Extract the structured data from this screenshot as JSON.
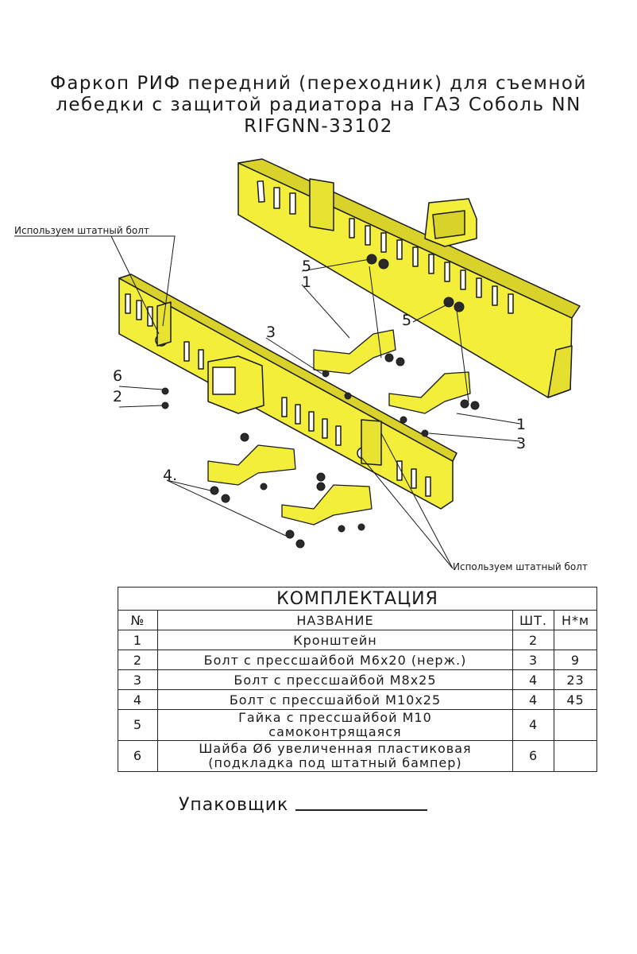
{
  "title": {
    "line1": "Фаркоп РИФ передний (переходник) для съемной",
    "line2": "лебедки с защитой радиатора на ГАЗ Соболь NN",
    "line3": "RIFGNN-33102"
  },
  "callouts": {
    "standard_bolt_top": "Используем штатный болт",
    "standard_bolt_bottom": "Используем штатный болт",
    "part_numbers": [
      "5",
      "1",
      "5",
      "3",
      "6",
      "2",
      "1",
      "3",
      "4."
    ]
  },
  "table": {
    "caption": "КОМПЛЕКТАЦИЯ",
    "headers": [
      "№",
      "НАЗВАНИЕ",
      "ШТ.",
      "Н*м"
    ],
    "rows": [
      {
        "n": "1",
        "name": "Кронштейн",
        "name2": "",
        "qty": "2",
        "torque": ""
      },
      {
        "n": "2",
        "name": "Болт с прессшайбой М6х20 (нерж.)",
        "name2": "",
        "qty": "3",
        "torque": "9"
      },
      {
        "n": "3",
        "name": "Болт с прессшайбой М8х25",
        "name2": "",
        "qty": "4",
        "torque": "23"
      },
      {
        "n": "4",
        "name": "Болт с прессшайбой М10х25",
        "name2": "",
        "qty": "4",
        "torque": "45"
      },
      {
        "n": "5",
        "name": "Гайка с прессшайбой М10",
        "name2": "самоконтрящаяся",
        "qty": "4",
        "torque": ""
      },
      {
        "n": "6",
        "name": "Шайба  Ø6 увеличенная пластиковая",
        "name2": "(подкладка под штатный бампер)",
        "qty": "6",
        "torque": ""
      }
    ]
  },
  "footer": {
    "packer_label": "Упаковщик"
  },
  "colors": {
    "part_fill": "#f2ee3a",
    "part_shade": "#d8d22a",
    "line": "#1a1a1a",
    "hardware": "#2a2a2a"
  }
}
